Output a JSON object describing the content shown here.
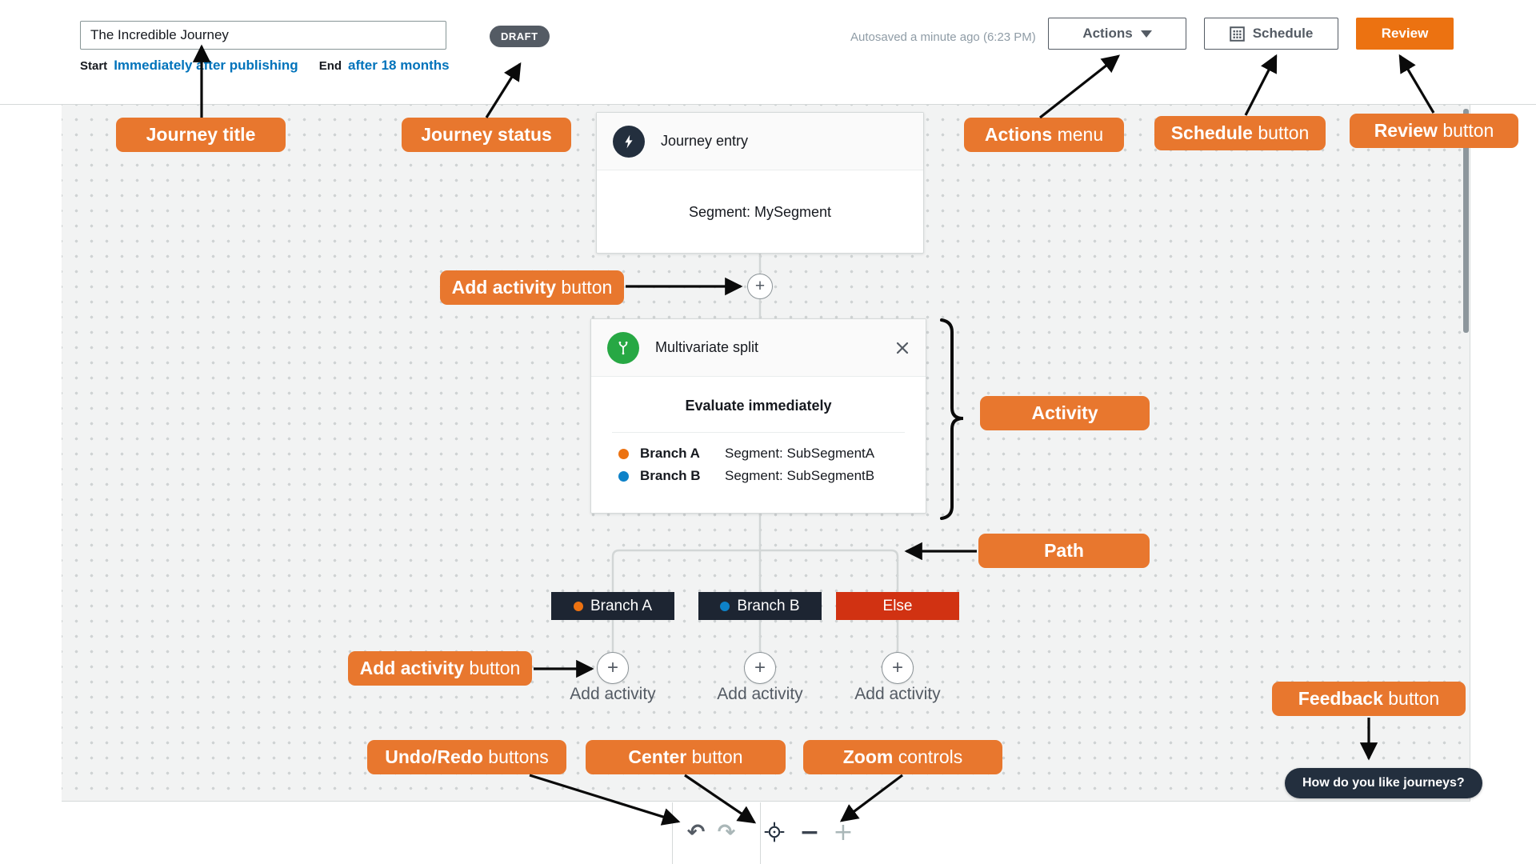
{
  "header": {
    "title_input": {
      "value": "The Incredible Journey"
    },
    "status_badge": "DRAFT",
    "start_label": "Start",
    "start_link": "Immediately after publishing",
    "end_label": "End",
    "end_link": "after 18 months",
    "autosave": "Autosaved a minute ago (6:23 PM)",
    "actions": "Actions",
    "schedule": "Schedule",
    "review": "Review"
  },
  "canvas": {
    "entry_card": {
      "title": "Journey entry",
      "segment": "Segment: MySegment"
    },
    "split_card": {
      "title": "Multivariate split",
      "evaluate": "Evaluate immediately",
      "branch_a_name": "Branch A",
      "branch_a_segment": "Segment: SubSegmentA",
      "branch_b_name": "Branch B",
      "branch_b_segment": "Segment: SubSegmentB"
    },
    "path_labels": {
      "branch_a": "Branch A",
      "branch_b": "Branch B",
      "else": "Else"
    },
    "add_activity": "Add activity",
    "plus": "+",
    "feedback": "How do you like journeys?"
  },
  "toolbar": {
    "undo": "↶",
    "redo": "↷",
    "minus": "−",
    "plus": "+"
  },
  "annotations": {
    "journey_title": {
      "bold": "Journey title",
      "rest": ""
    },
    "journey_status": {
      "bold": "Journey status",
      "rest": ""
    },
    "actions_menu": {
      "bold": "Actions",
      "rest": " menu"
    },
    "schedule_button": {
      "bold": "Schedule",
      "rest": " button"
    },
    "review_button": {
      "bold": "Review",
      "rest": " button"
    },
    "add_activity_top": {
      "bold": "Add activity",
      "rest": " button"
    },
    "activity": {
      "bold": "Activity",
      "rest": ""
    },
    "path": {
      "bold": "Path",
      "rest": ""
    },
    "add_activity_bottom": {
      "bold": "Add activity",
      "rest": " button"
    },
    "undo_redo": {
      "bold": "Undo/Redo",
      "rest": " buttons"
    },
    "center": {
      "bold": "Center",
      "rest": " button"
    },
    "zoom": {
      "bold": "Zoom",
      "rest": " controls"
    },
    "feedback": {
      "bold": "Feedback",
      "rest": " button"
    }
  },
  "colors": {
    "annotation_orange": "#e8772e",
    "review_orange": "#ec7211",
    "navy": "#232f3e",
    "branch_label_bg": "#1d2532",
    "else_red": "#d13212",
    "branch_a_dot": "#ec7211",
    "branch_b_dot": "#0e82c8",
    "split_icon_green": "#27a844",
    "link_blue": "#0073bb",
    "draft_badge_gray": "#545b64"
  }
}
